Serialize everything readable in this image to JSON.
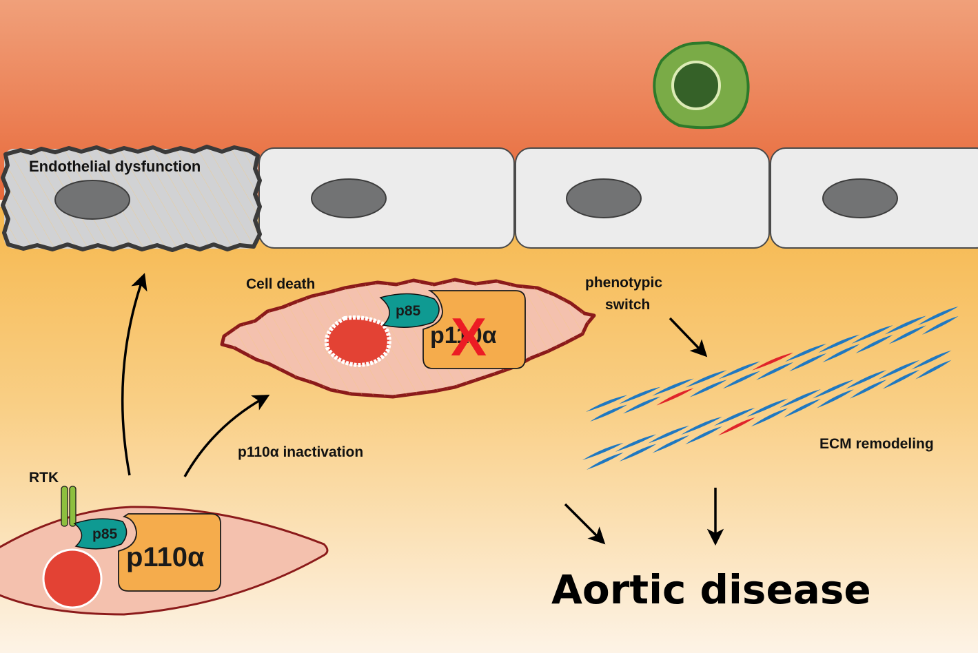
{
  "title": "Aortic disease",
  "labels": {
    "endothelial_dysfunction": "Endothelial dysfunction",
    "cell_death": "Cell death",
    "phenotypic_switch_line1": "phenotypic",
    "phenotypic_switch_line2": "switch",
    "p110a_inactivation": "p110α inactivation",
    "ecm_remodeling": "ECM remodeling",
    "rtk": "RTK",
    "aortic_disease": "Aortic disease"
  },
  "proteins": {
    "healthy_cell": {
      "regulatory": "p85",
      "catalytic": "p110α"
    },
    "dying_cell": {
      "regulatory": "p85",
      "catalytic": "p110α",
      "inactivation_mark": "X"
    }
  },
  "colors": {
    "lumen_top": "#f0a07a",
    "lumen_bottom": "#e8693a",
    "media_top": "#f6b84e",
    "media_bottom": "#fdf3e6",
    "endothelial_cell": "#ececec",
    "dysfunctional_cell": "#d1d2d4",
    "nucleus_gray": "#727374",
    "smc_fill": "#f4c1ae",
    "smc_outline": "#8b1a1a",
    "nucleus_red": "#e34234",
    "p85": "#0f9a92",
    "p110a": "#f5ac4c",
    "inactivation_x": "#ec1c24",
    "immune_cell": "#7aab47",
    "immune_nucleus": "#356128",
    "fiber_blue": "#1f78c1",
    "fiber_red": "#e0242a",
    "rtk_green": "#8dbf3f"
  }
}
